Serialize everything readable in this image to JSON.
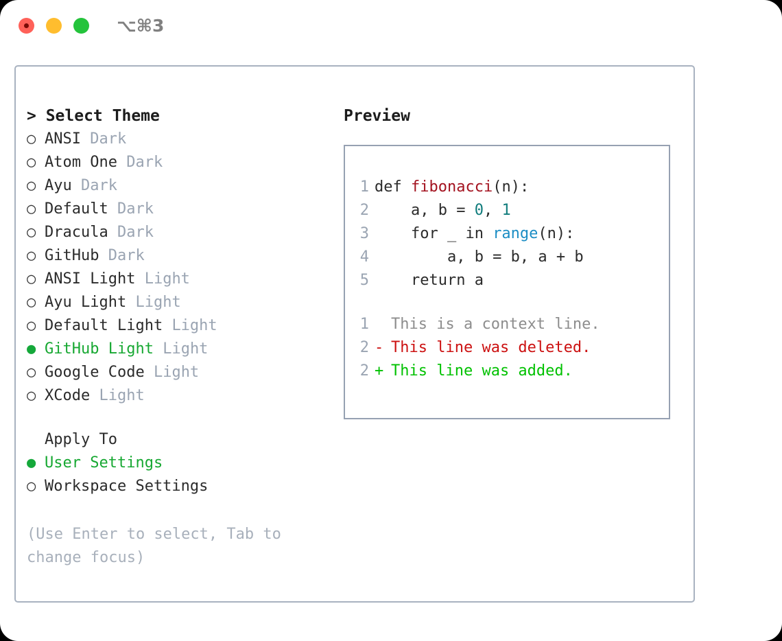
{
  "window": {
    "shortcut": "⌥⌘3",
    "traffic_lights": [
      "close-red",
      "minimize-yellow",
      "zoom-green"
    ]
  },
  "theme_picker": {
    "heading": "> Select Theme",
    "selected_bullet_glyph": "●",
    "unselected_bullet_glyph": "○",
    "selected_color": "#17a832",
    "tag_color": "#9aa4b2",
    "items": [
      {
        "bullet": "○",
        "name": "ANSI",
        "tag": "Dark",
        "selected": false
      },
      {
        "bullet": "○",
        "name": "Atom One",
        "tag": "Dark",
        "selected": false
      },
      {
        "bullet": "○",
        "name": "Ayu",
        "tag": "Dark",
        "selected": false
      },
      {
        "bullet": "○",
        "name": "Default",
        "tag": "Dark",
        "selected": false
      },
      {
        "bullet": "○",
        "name": "Dracula",
        "tag": "Dark",
        "selected": false
      },
      {
        "bullet": "○",
        "name": "GitHub",
        "tag": "Dark",
        "selected": false
      },
      {
        "bullet": "○",
        "name": "ANSI Light",
        "tag": "Light",
        "selected": false
      },
      {
        "bullet": "○",
        "name": "Ayu Light",
        "tag": "Light",
        "selected": false
      },
      {
        "bullet": "○",
        "name": "Default Light",
        "tag": "Light",
        "selected": false
      },
      {
        "bullet": "●",
        "name": "GitHub Light",
        "tag": "Light",
        "selected": true
      },
      {
        "bullet": "○",
        "name": "Google Code",
        "tag": "Light",
        "selected": false
      },
      {
        "bullet": "○",
        "name": "XCode",
        "tag": "Light",
        "selected": false
      }
    ]
  },
  "apply_to": {
    "title": "Apply To",
    "items": [
      {
        "bullet": "●",
        "name": "User Settings",
        "selected": true
      },
      {
        "bullet": "○",
        "name": "Workspace Settings",
        "selected": false
      }
    ]
  },
  "hint": "(Use Enter to select, Tab to change focus)",
  "preview": {
    "label": "Preview",
    "code": [
      {
        "line_no": "1",
        "tokens": [
          {
            "text": "def ",
            "cls": "tok-plain"
          },
          {
            "text": "fibonacci",
            "cls": "tok-func"
          },
          {
            "text": "(n):",
            "cls": "tok-plain"
          }
        ]
      },
      {
        "line_no": "2",
        "tokens": [
          {
            "text": "    a, b = ",
            "cls": "tok-plain"
          },
          {
            "text": "0",
            "cls": "tok-num"
          },
          {
            "text": ", ",
            "cls": "tok-plain"
          },
          {
            "text": "1",
            "cls": "tok-num"
          }
        ]
      },
      {
        "line_no": "3",
        "tokens": [
          {
            "text": "    for _ in ",
            "cls": "tok-plain"
          },
          {
            "text": "range",
            "cls": "tok-fn2"
          },
          {
            "text": "(n):",
            "cls": "tok-plain"
          }
        ]
      },
      {
        "line_no": "4",
        "tokens": [
          {
            "text": "        a, b = b, a + b",
            "cls": "tok-plain"
          }
        ]
      },
      {
        "line_no": "5",
        "tokens": [
          {
            "text": "    return a",
            "cls": "tok-plain"
          }
        ]
      }
    ],
    "diff": [
      {
        "line_no": "1",
        "mark": " ",
        "text": "This is a context line.",
        "cls": "d-ctx"
      },
      {
        "line_no": "2",
        "mark": "-",
        "text": "This line was deleted.",
        "cls": "d-del"
      },
      {
        "line_no": "2",
        "mark": "+",
        "text": "This line was added.",
        "cls": "d-add"
      }
    ]
  },
  "colors": {
    "panel_border": "#a8b2c0",
    "preview_border": "#96a1b2",
    "accent_green": "#17a832",
    "diff_add": "#00c100",
    "diff_del": "#cc1111",
    "syntax_func": "#a3121f",
    "syntax_num": "#107c7c",
    "syntax_builtin": "#1b8dc4"
  }
}
